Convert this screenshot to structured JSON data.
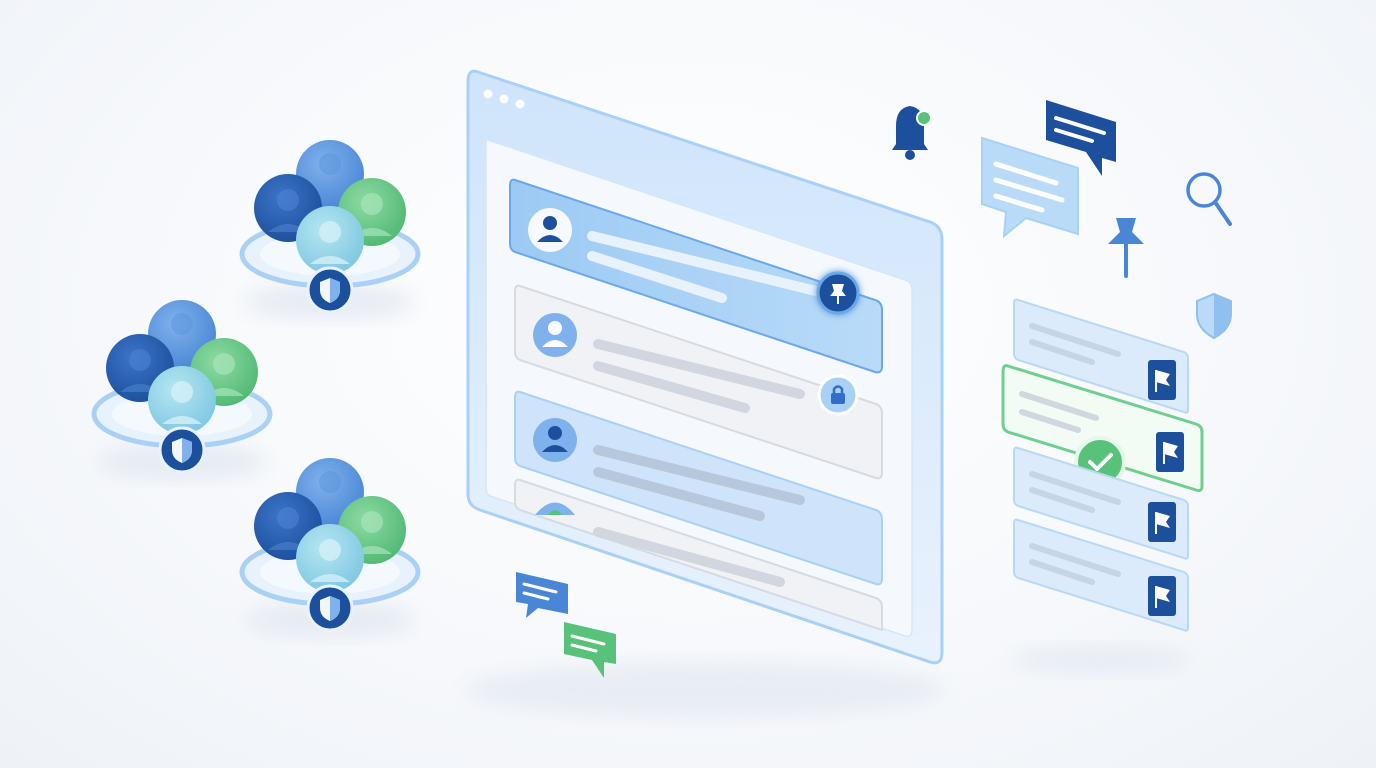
{
  "colors": {
    "primary_blue": "#2f6fc9",
    "dark_blue": "#1c4f9c",
    "light_blue": "#a9d0f5",
    "pale_blue": "#dcebfb",
    "green": "#58c27a",
    "teal": "#8fd3e6",
    "gray_line": "#cfd5de",
    "window_frame": "#b9d8f6"
  },
  "user_groups": [
    {
      "id": "group-1",
      "members": [
        "blue",
        "dark-blue",
        "green",
        "teal"
      ],
      "badge": "shield"
    },
    {
      "id": "group-2",
      "members": [
        "blue",
        "dark-blue",
        "green",
        "teal"
      ],
      "badge": "shield"
    },
    {
      "id": "group-3",
      "members": [
        "blue",
        "dark-blue",
        "green",
        "teal"
      ],
      "badge": "shield"
    }
  ],
  "window": {
    "controls": [
      "dot",
      "dot",
      "dot"
    ],
    "rows": [
      {
        "state": "pinned-highlighted",
        "badge": "pin-icon"
      },
      {
        "state": "default",
        "badge": "lock-icon"
      },
      {
        "state": "light-blue",
        "badge": ""
      },
      {
        "state": "default",
        "badge": ""
      }
    ]
  },
  "side_list": [
    {
      "flag": "flag-icon",
      "state": "default"
    },
    {
      "flag": "flag-icon",
      "state": "selected-check"
    },
    {
      "flag": "flag-icon",
      "state": "default"
    },
    {
      "flag": "flag-icon",
      "state": "default"
    }
  ],
  "floating_icons": [
    "bell-icon",
    "chat-bubble-icon",
    "chat-bubble-icon",
    "search-icon",
    "pin-icon",
    "shield-icon",
    "chat-bubble-icon",
    "chat-bubble-icon"
  ]
}
